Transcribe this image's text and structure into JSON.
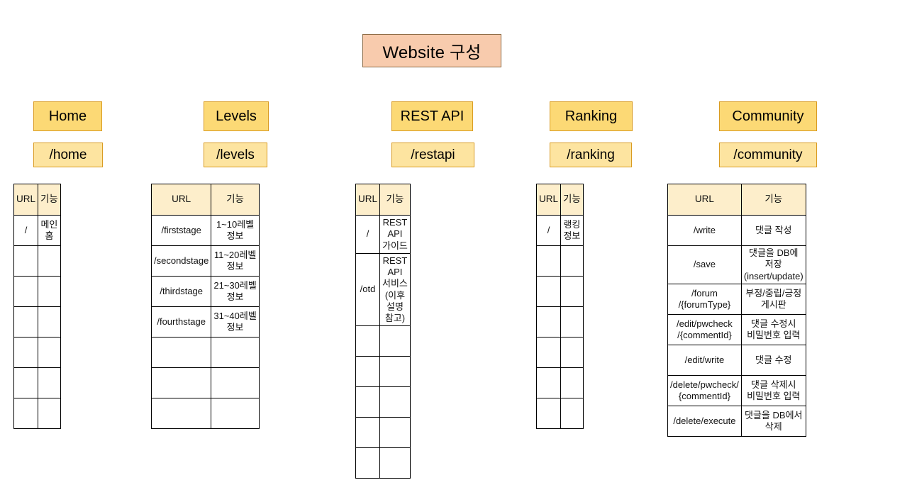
{
  "page": {
    "title": "Website 구성",
    "background_color": "#ffffff",
    "title_box_color": "#f8cbad",
    "section_title_color": "#fcd975",
    "section_path_color": "#fde4a0",
    "table_header_color": "#fdeecb"
  },
  "table_headers": {
    "url": "URL",
    "function": "기능"
  },
  "sections": [
    {
      "id": "home",
      "title": "Home",
      "path": "/home",
      "rows": [
        {
          "url": "/",
          "fn": "메인 홈"
        },
        {
          "url": "",
          "fn": ""
        },
        {
          "url": "",
          "fn": ""
        },
        {
          "url": "",
          "fn": ""
        },
        {
          "url": "",
          "fn": ""
        },
        {
          "url": "",
          "fn": ""
        },
        {
          "url": "",
          "fn": ""
        }
      ]
    },
    {
      "id": "levels",
      "title": "Levels",
      "path": "/levels",
      "rows": [
        {
          "url": "/firststage",
          "fn": "1~10레벨 정보"
        },
        {
          "url": "/secondstage",
          "fn": "11~20레벨 정보"
        },
        {
          "url": "/thirdstage",
          "fn": "21~30레벨 정보"
        },
        {
          "url": "/fourthstage",
          "fn": "31~40레벨 정보"
        },
        {
          "url": "",
          "fn": ""
        },
        {
          "url": "",
          "fn": ""
        },
        {
          "url": "",
          "fn": ""
        }
      ]
    },
    {
      "id": "restapi",
      "title": "REST API",
      "path": "/restapi",
      "rows": [
        {
          "url": "/",
          "fn": "REST API 가이드"
        },
        {
          "url": "/otd",
          "fn": "REST API 서비스\n(이후 설명 참고)"
        },
        {
          "url": "",
          "fn": ""
        },
        {
          "url": "",
          "fn": ""
        },
        {
          "url": "",
          "fn": ""
        },
        {
          "url": "",
          "fn": ""
        },
        {
          "url": "",
          "fn": ""
        }
      ]
    },
    {
      "id": "ranking",
      "title": "Ranking",
      "path": "/ranking",
      "rows": [
        {
          "url": "/",
          "fn": "랭킹 정보"
        },
        {
          "url": "",
          "fn": ""
        },
        {
          "url": "",
          "fn": ""
        },
        {
          "url": "",
          "fn": ""
        },
        {
          "url": "",
          "fn": ""
        },
        {
          "url": "",
          "fn": ""
        },
        {
          "url": "",
          "fn": ""
        }
      ]
    },
    {
      "id": "community",
      "title": "Community",
      "path": "/community",
      "rows": [
        {
          "url": "/write",
          "fn": "댓글 작성"
        },
        {
          "url": "/save",
          "fn": "댓글을 DB에 저장\n(insert/update)"
        },
        {
          "url": "/forum\n/{forumType}",
          "fn": "부정/중립/긍정 게시판"
        },
        {
          "url": "/edit/pwcheck\n/{commentId}",
          "fn": "댓글 수정시\n비밀번호 입력"
        },
        {
          "url": "/edit/write",
          "fn": "댓글 수정"
        },
        {
          "url": "/delete/pwcheck/\n{commentId}",
          "fn": "댓글 삭제시\n비밀번호 입력"
        },
        {
          "url": "/delete/execute",
          "fn": "댓글을 DB에서 삭제"
        }
      ]
    }
  ]
}
